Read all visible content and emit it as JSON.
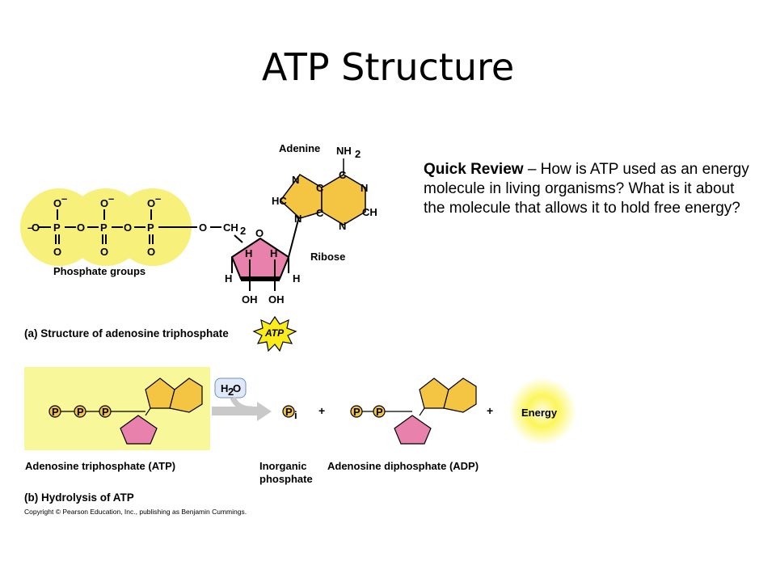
{
  "slide": {
    "title": "ATP Structure",
    "review_lead": "Quick Review",
    "review_text": " – How is ATP used as an energy molecule in living organisms?  What is it about the molecule that allows it to hold free energy?"
  },
  "structure_panel": {
    "adenine_label": "Adenine",
    "nh2": "NH",
    "nh2_sub": "2",
    "ribose_label": "Ribose",
    "phosphate_label": "Phosphate groups",
    "caption": "(a) Structure of adenosine triphosphate",
    "starburst": "ATP",
    "atoms": {
      "o": "O",
      "o_minus": "O",
      "minus": "–",
      "p": "P",
      "c": "C",
      "n": "N",
      "h": "H",
      "hc": "HC",
      "ch": "CH",
      "oh": "OH",
      "ch2": "CH",
      "sub2": "2"
    }
  },
  "hydrolysis_panel": {
    "p": "P",
    "pi": "P",
    "pi_sub": "i",
    "water": "H",
    "water_sub": "2",
    "water_o": "O",
    "plus": "+",
    "energy": "Energy",
    "atp_label": "Adenosine triphosphate (ATP)",
    "pi_label_1": "Inorganic",
    "pi_label_2": "phosphate",
    "adp_label": "Adenosine diphosphate (ADP)",
    "caption": "(b) Hydrolysis of ATP",
    "copyright": "Copyright © Pearson Education, Inc., publishing as Benjamin Cummings."
  },
  "colors": {
    "phosphate_fill": "#f7f07a",
    "adenine_fill": "#f4c443",
    "ribose_fill": "#e882ad",
    "panel_fill": "#f8f79a",
    "starburst_fill": "#f9ec1a",
    "energy_glow": "#f6f100"
  }
}
